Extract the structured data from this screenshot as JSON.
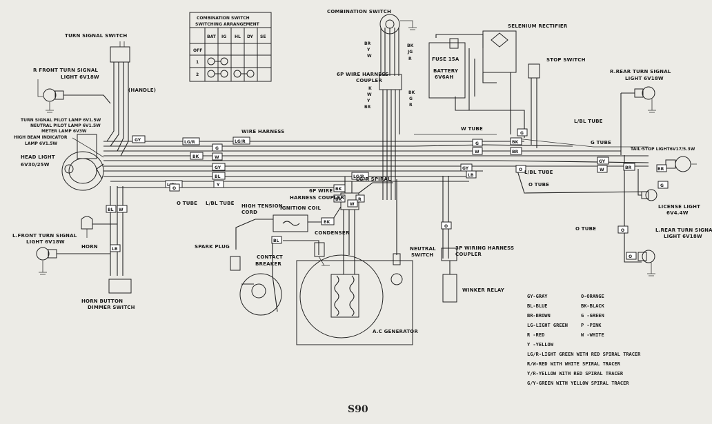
{
  "diagram": {
    "title": "S90",
    "labels": {
      "turn_signal_switch": "TURN SIGNAL SWITCH",
      "r_front_turn_1": "R FRONT TURN SIGNAL",
      "r_front_turn_2": "LIGHT 6V18W",
      "handle": "(HANDLE)",
      "turn_pilot": "TURN SIGNAL PILOT LAMP 6V1.5W",
      "neutral_pilot": "NEUTRAL PILOT LAMP 6V1.5W",
      "meter_lamp": "METER LAMP 6V3W",
      "high_beam_1": "HIGH BEAM INDICATOR",
      "high_beam_2": "LAMP 6V1.5W",
      "head_light_1": "HEAD LIGHT",
      "head_light_2": "6V30/25W",
      "wire_harness": "WIRE HARNESS",
      "o_tube_left": "O TUBE",
      "lbl_tube_left": "L/BL TUBE",
      "l_front_turn_1": "L.FRONT TURN SIGNAL",
      "l_front_turn_2": "LIGHT 6V18W",
      "horn": "HORN",
      "horn_button_1": "HORN BUTTON",
      "horn_button_2": "DIMMER SWITCH",
      "combination_switch": "COMBINATION SWITCH",
      "harness_6p_top_1": "6P WIRE HARNESS",
      "harness_6p_top_2": "COUPLER",
      "selenium_rectifier": "SELENIUM RECTIFIER",
      "fuse": "FUSE 15A",
      "battery_1": "BATTERY",
      "battery_2": "6V6AH",
      "stop_switch": "STOP SWITCH",
      "r_rear_turn_1": "R.REAR TURN SIGNAL",
      "r_rear_turn_2": "LIGHT 6V18W",
      "lbl_tube_right": "L/BL TUBE",
      "w_tube": "W TUBE",
      "g_tube": "G TUBE",
      "tail_stop": "TAIL·STOP LIGHT6V17/5.3W",
      "lbl_tube_mid": "L/BL TUBE",
      "o_tube_mid": "O TUBE",
      "license_1": "LICENSE LIGHT",
      "license_2": "6V4.4W",
      "o_tube_right": "O TUBE",
      "l_rear_turn_1": "L.REAR TURN SIGNAL",
      "l_rear_turn_2": "LIGHT 6V18W",
      "lgr_spiral": "LG/R SPIRAL",
      "harness_6p_mid_1": "6P WIRE",
      "harness_6p_mid_2": "HARNESS COUPLER",
      "high_tension_1": "HIGH TENSION",
      "high_tension_2": "CORD",
      "ignition_coil": "IGNITION COIL",
      "condenser": "CONDENSER",
      "spark_plug": "SPARK PLUG",
      "contact_1": "CONTACT",
      "contact_2": "BREAKER",
      "neutral_1": "NEUTRAL",
      "neutral_2": "SWITCH",
      "harness_3p_1": "3P WIRING HARNESS",
      "harness_3p_2": "COUPLER",
      "winker_relay": "WINKER RELAY",
      "ac_generator": "A.C GENERATOR"
    },
    "switch_table": {
      "title_1": "COMBINATION SWITCH",
      "title_2": "SWITCHING ARRANGEMENT",
      "columns": [
        "BAT",
        "IG",
        "HL",
        "DY",
        "SE"
      ],
      "rows": [
        "OFF",
        "1",
        "2"
      ]
    },
    "wire_tags": {
      "gy1": "GY",
      "lgr1": "LG/R",
      "lgr2": "LG/R",
      "bk1": "BK",
      "g1": "G",
      "w1": "W",
      "gy2": "GY",
      "bl1": "BL",
      "lbl1": "L/BL",
      "y1": "Y",
      "o1": "O",
      "bl2": "BL",
      "w2": "W",
      "lb": "LB",
      "bk2": "BK",
      "bl3": "BL",
      "g2": "G",
      "w3": "W",
      "bk3": "BK",
      "br1": "BR",
      "gy3": "GY",
      "o2": "O",
      "lb2": "LB",
      "g3": "G",
      "gy4": "GY",
      "br2": "BR",
      "w4": "W",
      "br3": "BR",
      "bk4": "BK",
      "lgr3": "LG/R",
      "r1": "R",
      "bk5": "BK",
      "w5": "W",
      "o3": "O",
      "g4": "G",
      "o4": "O",
      "o5": "O"
    },
    "switch_wires_top": [
      "BR",
      "Y",
      "W",
      "BK",
      "JG",
      "R"
    ],
    "switch_wires_bottom": [
      "K",
      "W",
      "Y",
      "BR",
      "BK",
      "G",
      "R"
    ],
    "legend": [
      [
        "GY-GRAY",
        "O-ORANGE"
      ],
      [
        "BL-BLUE",
        "BK-BLACK"
      ],
      [
        "BR-BROWN",
        "G -GREEN"
      ],
      [
        "LG-LIGHT GREEN",
        "P -PINK"
      ],
      [
        "R -RED",
        "W -WHITE"
      ],
      [
        "Y -YELLOW",
        ""
      ]
    ],
    "legend_notes": [
      "LG/R-LIGHT GREEN WITH RED SPIRAL TRACER",
      "R/W-RED WITH WHITE SPIRAL TRACER",
      "Y/R-YELLOW WITH RED SPIRAL TRACER",
      "G/Y-GREEN WITH YELLOW SPIRAL TRACER"
    ]
  }
}
